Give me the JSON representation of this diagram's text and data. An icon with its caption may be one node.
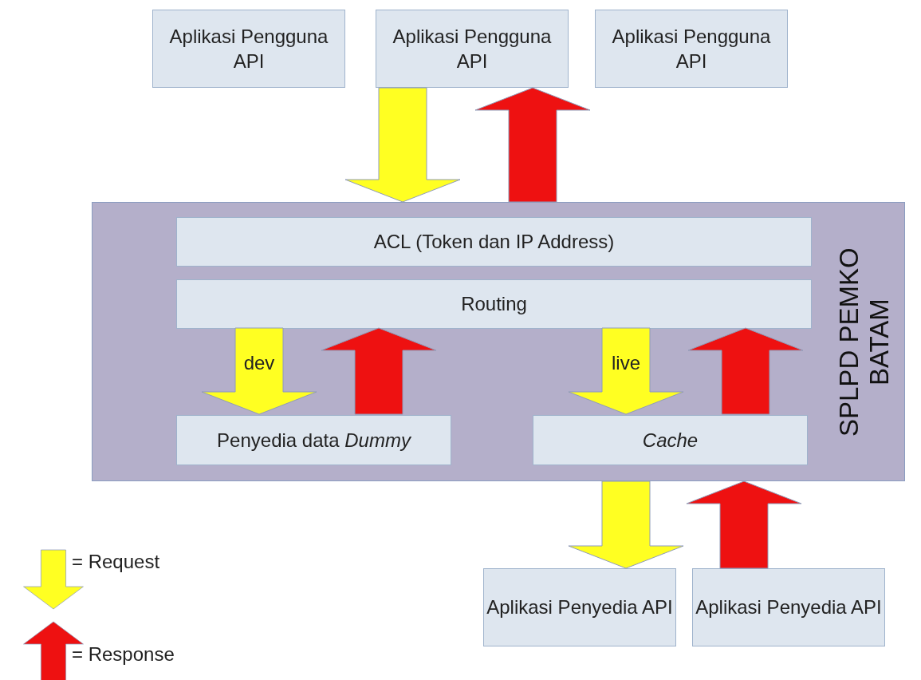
{
  "diagram": {
    "nodes": [
      {
        "text": [
          "Aplikasi Pengguna API"
        ]
      },
      {
        "text": [
          "Aplikasi Pengguna API"
        ]
      },
      {
        "text": [
          "Aplikasi Pengguna API"
        ]
      },
      {
        "text": [
          "SPLPD PEMKO BATAM"
        ]
      },
      {
        "text": [
          "ACL (Token dan IP Address)"
        ],
        "in": 3
      },
      {
        "text": [
          "Routing"
        ],
        "in": 3
      },
      {
        "text": [
          "Penyedia data *Dummy*"
        ],
        "in": 3
      },
      {
        "text": [
          "Cache"
        ],
        "in": 3
      },
      {
        "text": [
          "Aplikasi Penyedia API"
        ]
      },
      {
        "text": [
          "Aplikasi Penyedia API"
        ]
      }
    ],
    "edges": [
      {
        "from": 1,
        "to": 3,
        "arrow": "to",
        "color": "#ffff22"
      },
      {
        "from": 3,
        "to": 1,
        "arrow": "to",
        "color": "#ee1111"
      },
      {
        "from": 5,
        "to": 6,
        "arrow": "to",
        "label": "dev",
        "color": "#ffff22"
      },
      {
        "from": 6,
        "to": 5,
        "arrow": "to",
        "color": "#ee1111"
      },
      {
        "from": 5,
        "to": 7,
        "arrow": "to",
        "label": "live",
        "color": "#ffff22"
      },
      {
        "from": 7,
        "to": 5,
        "arrow": "to",
        "color": "#ee1111"
      },
      {
        "from": 3,
        "to": 8,
        "arrow": "to",
        "color": "#ffff22"
      },
      {
        "from": 9,
        "to": 3,
        "arrow": "to",
        "color": "#ee1111"
      }
    ],
    "legend": [
      {
        "text": "= Request"
      },
      {
        "text": "= Response"
      }
    ]
  }
}
